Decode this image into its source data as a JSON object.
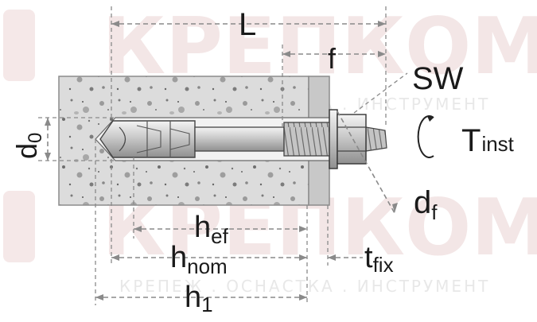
{
  "watermark": {
    "brand": "КРЕПКОМ",
    "tagline": "КРЕПЕЖ . ОСНАСТКА . ИНСТРУМЕНТ"
  },
  "labels": {
    "L": "L",
    "f": "f",
    "SW": "SW",
    "T": "T",
    "T_sub": "inst",
    "d0": "d",
    "d0_sub": "0",
    "df": "d",
    "df_sub": "f",
    "hef": "h",
    "hef_sub": "ef",
    "hnom": "h",
    "hnom_sub": "nom",
    "tfix": "t",
    "tfix_sub": "fix",
    "h1": "h",
    "h1_sub": "1"
  }
}
